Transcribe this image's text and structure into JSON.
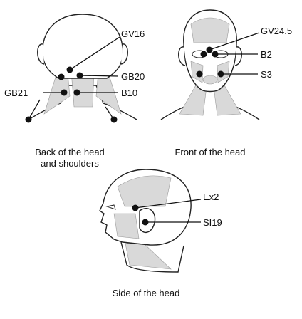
{
  "panels": {
    "back": {
      "caption_line1": "Back of the head",
      "caption_line2": "and shoulders",
      "points": [
        "GV16",
        "GB20",
        "GB21",
        "B10"
      ]
    },
    "front": {
      "caption": "Front of the head",
      "points": [
        "GV24.5",
        "B2",
        "S3"
      ]
    },
    "side": {
      "caption": "Side of the head",
      "points": [
        "Ex2",
        "SI19"
      ]
    }
  },
  "colors": {
    "line": "#111111",
    "muscle": "#d9d9d9",
    "outline": "#222222"
  }
}
